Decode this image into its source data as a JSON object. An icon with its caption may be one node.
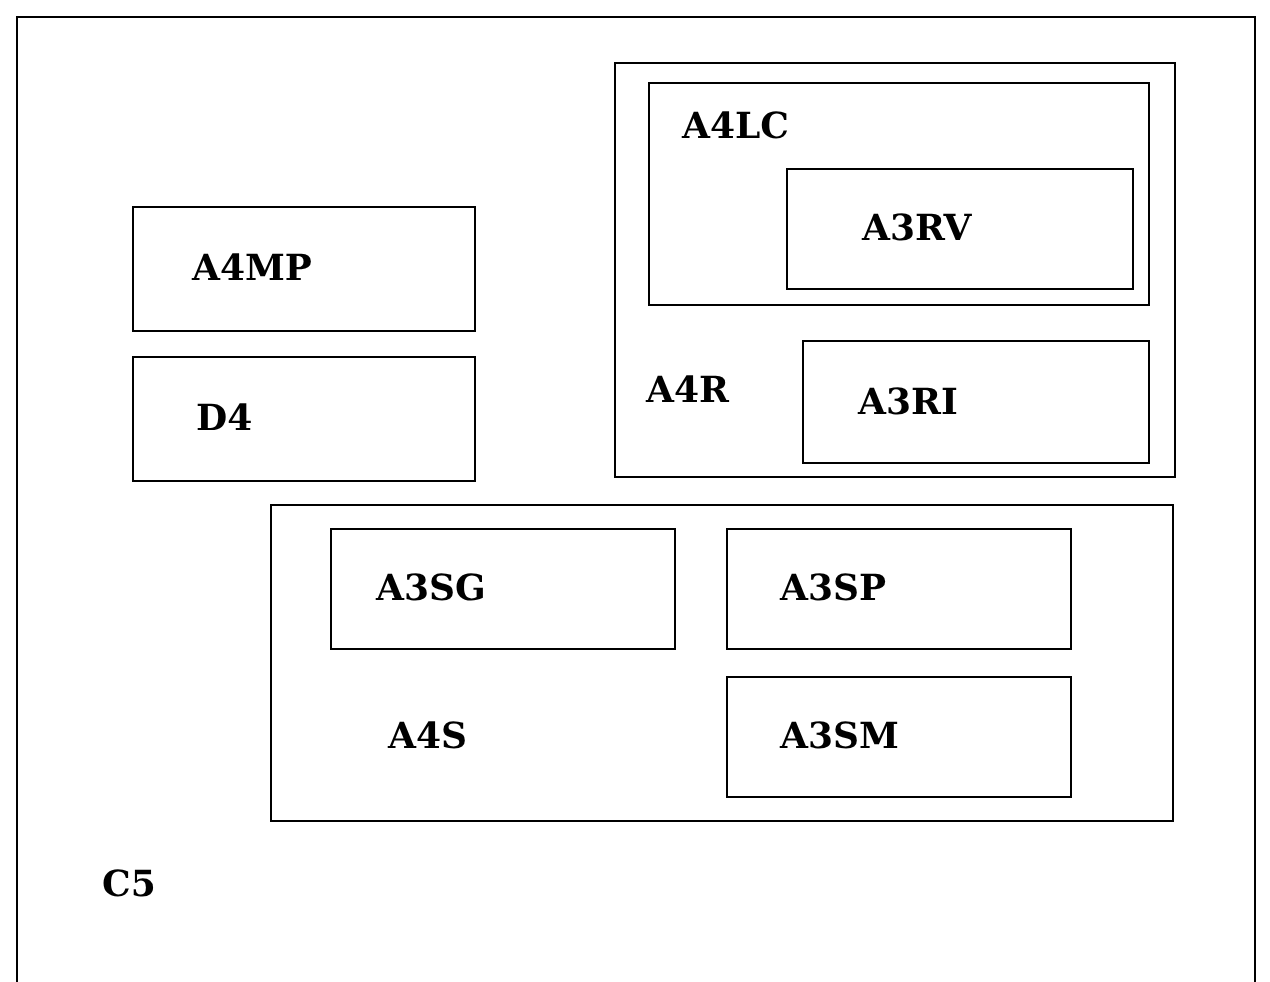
{
  "diagram": {
    "nodes": [
      {
        "text": [
          "C5"
        ]
      },
      {
        "text": [
          "A4MP"
        ],
        "in": 0
      },
      {
        "text": [
          "D4"
        ],
        "in": 0
      },
      {
        "text": [
          "A4R"
        ],
        "in": 0
      },
      {
        "text": [
          "A4LC"
        ],
        "in": 3
      },
      {
        "text": [
          "A3RV"
        ],
        "in": 4
      },
      {
        "text": [
          "A3RI"
        ],
        "in": 3
      },
      {
        "text": [
          "A4S"
        ],
        "in": 0
      },
      {
        "text": [
          "A3SG"
        ],
        "in": 7
      },
      {
        "text": [
          "A3SP"
        ],
        "in": 7
      },
      {
        "text": [
          "A3SM"
        ],
        "in": 7
      }
    ]
  }
}
